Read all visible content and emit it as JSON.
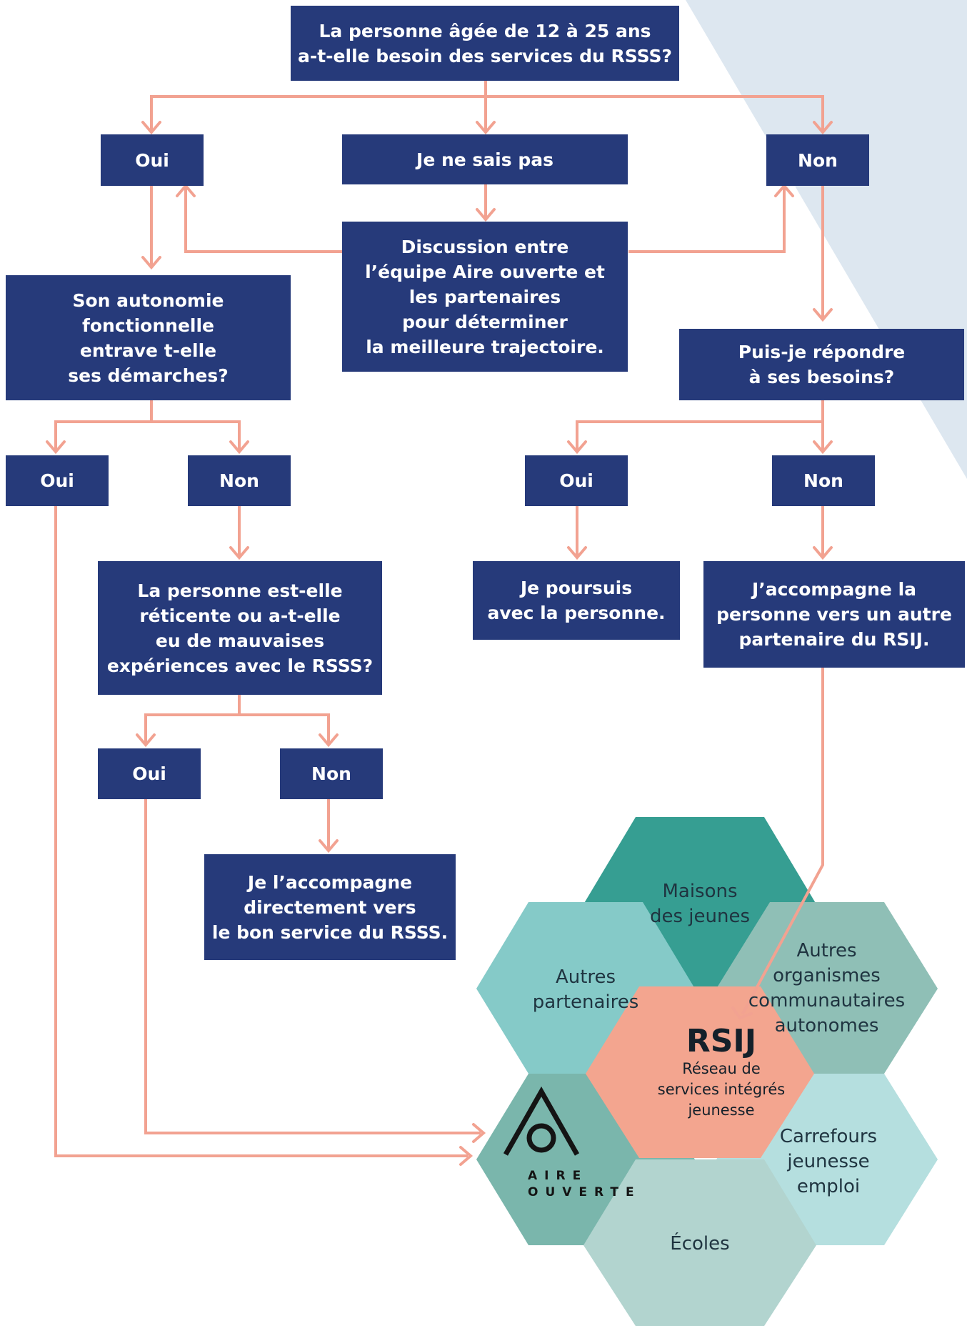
{
  "colors": {
    "box": "#263a7a",
    "connector": "#f2a291",
    "background_accent": "#dfe9f2",
    "rsij": "#f3a58f"
  },
  "flowchart": {
    "q_needs_rsss": "La personne âgée de 12 à 25 ans\na-t-elle besoin des services du RSSS?",
    "oui_1": "Oui",
    "je_ne_sais_pas": "Je ne sais pas",
    "non_1": "Non",
    "discussion": "Discussion entre\nl’équipe Aire ouverte et\nles partenaires\npour déterminer\nla meilleure trajectoire.",
    "q_autonomie": "Son autonomie\nfonctionnelle\nentrave t-elle\nses démarches?",
    "q_repondre": "Puis-je répondre\nà ses besoins?",
    "oui_2": "Oui",
    "non_2": "Non",
    "oui_3": "Oui",
    "non_3": "Non",
    "q_reticente": "La personne est-elle\nréticente ou a-t-elle\neu de mauvaises\nexpériences avec le RSSS?",
    "je_poursuis": "Je poursuis\navec la personne.",
    "accompagne_partenaire": "J’accompagne la\npersonne vers un autre\npartenaire du RSIJ.",
    "oui_4": "Oui",
    "non_4": "Non",
    "accompagne_rsss": "Je l’accompagne\ndirectement vers\nle bon service du RSSS."
  },
  "network": {
    "maisons_jeunes": "Maisons\ndes jeunes",
    "autres_partenaires": "Autres\npartenaires",
    "autres_organismes": "Autres\norganismes\ncommunautaires\nautonomes",
    "rsij_title": "RSIJ",
    "rsij_subtitle": "Réseau de\nservices intégrés\njeunesse",
    "carrefours": "Carrefours\njeunesse\nemploi",
    "ecoles": "Écoles",
    "aire_ouverte_line1": "AIRE",
    "aire_ouverte_line2": "OUVERTE"
  }
}
